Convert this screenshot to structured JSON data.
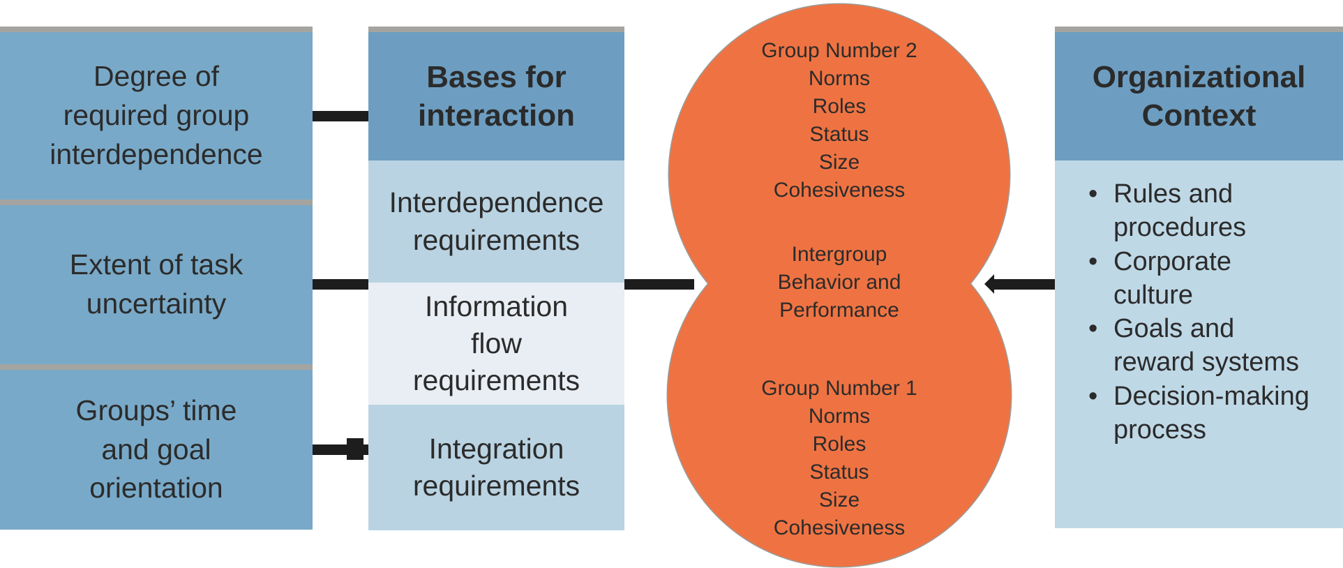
{
  "figure": {
    "antecedents": {
      "boxes": [
        {
          "label": "Degree of\nrequired group\ninterdependence"
        },
        {
          "label": "Extent of task\nuncertainty"
        },
        {
          "label": "Groups’ time\nand goal\norientation"
        }
      ]
    },
    "bases": {
      "header": "Bases for\ninteraction",
      "rows": [
        {
          "label": "Interdependence\nrequirements"
        },
        {
          "label": "Information\nflow\nrequirements"
        },
        {
          "label": "Integration\nrequirements"
        }
      ]
    },
    "groups": {
      "top_circle": {
        "title": "Group Number 2",
        "items": [
          "Norms",
          "Roles",
          "Status",
          "Size",
          "Cohesiveness"
        ]
      },
      "intersection_label": "Intergroup\nBehavior and\nPerformance",
      "bottom_circle": {
        "title": "Group Number 1",
        "items": [
          "Norms",
          "Roles",
          "Status",
          "Size",
          "Cohesiveness"
        ]
      }
    },
    "context": {
      "header": "Organizational\nContext",
      "bullet_char": "•",
      "bullets": [
        "Rules and\nprocedures",
        "Corporate\nculture",
        "Goals and\nreward systems",
        "Decision-making\nprocess"
      ]
    },
    "colors": {
      "column_blue": "#79a9c8",
      "header_blue": "#6d9ec1",
      "band_light_blue": "#b9d3e2",
      "band_pale_blue": "#e9eef4",
      "context_body_blue": "#bfd8e6",
      "circle_orange": "#ef7342",
      "circle_outline_gray": "#9c9c98",
      "divider_gray": "#a5a4a0",
      "connector_black": "#1d1d1d",
      "text_dark": "#2b2b2b"
    }
  }
}
